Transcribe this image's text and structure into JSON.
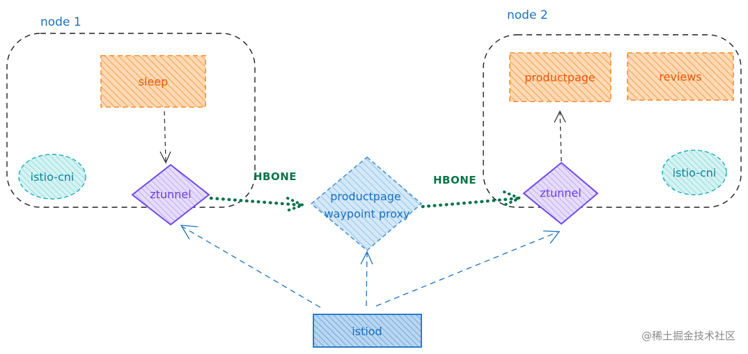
{
  "colors": {
    "node_border": "#1e1e1e",
    "node_title": "#1971c2",
    "app_fill": "#f9a85a",
    "app_text": "#e8590c",
    "cni_fill": "#b2e9ea",
    "cni_text": "#0c8599",
    "ztunnel_fill": "#c9b8f5",
    "ztunnel_text": "#6741d9",
    "waypoint_fill": "#a5d0ef",
    "waypoint_text": "#1971c2",
    "istiod_fill": "#7eb3e3",
    "istiod_text": "#1971c2",
    "hbone": "#08744a",
    "control": "#1971c2",
    "watermark": "#8a8a8a"
  },
  "nodes": [
    {
      "title": "node 1"
    },
    {
      "title": "node 2"
    }
  ],
  "apps": {
    "sleep": "sleep",
    "productpage": "productpage",
    "reviews": "reviews"
  },
  "cni": {
    "left": "istio-cni",
    "right": "istio-cni"
  },
  "ztunnel": {
    "left": "ztunnel",
    "right": "ztunnel"
  },
  "waypoint": {
    "line1": "productpage",
    "line2": "waypoint proxy"
  },
  "istiod": {
    "label": "istiod"
  },
  "connections": {
    "hbone_left": "HBONE",
    "hbone_right": "HBONE"
  },
  "watermark": "@稀土掘金技术社区"
}
